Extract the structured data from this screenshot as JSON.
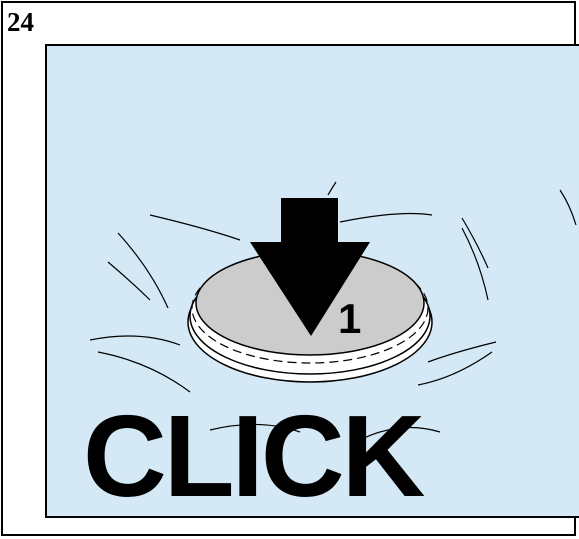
{
  "step": {
    "number": "24"
  },
  "illustration": {
    "action_word": "CLICK",
    "arrow_label": "1"
  },
  "colors": {
    "panel_background": "#d4e9f5",
    "button_face": "#cccccc",
    "outline": "#000000"
  },
  "icons": [
    "down-arrow-icon"
  ]
}
